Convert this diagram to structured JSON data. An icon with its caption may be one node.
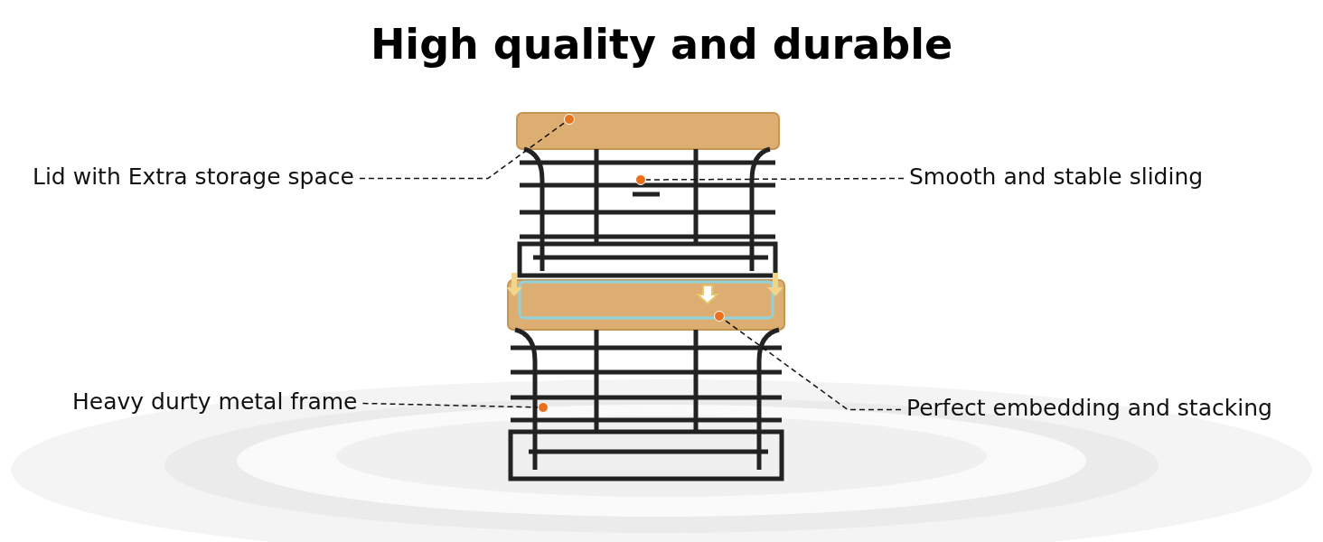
{
  "diagram": {
    "title": "High quality and durable",
    "nodes": [
      {
        "text": [
          "Lid with Extra storage space"
        ]
      },
      {
        "text": [],
        "shape": "circle"
      },
      {
        "text": [],
        "shape": "circle"
      },
      {
        "text": [
          "Smooth and stable sliding"
        ]
      },
      {
        "text": [],
        "shape": "circle"
      },
      {
        "text": [
          "Heavy durty metal frame"
        ]
      },
      {
        "text": [],
        "shape": "circle"
      },
      {
        "text": [
          "Perfect embedding and stacking"
        ]
      }
    ],
    "edges": [
      {
        "from": 0,
        "to": 1,
        "arrow": "none",
        "style": "dashed"
      },
      {
        "from": 3,
        "to": 2,
        "arrow": "none",
        "style": "dashed"
      },
      {
        "from": 5,
        "to": 6,
        "arrow": "none",
        "style": "dashed"
      },
      {
        "from": 7,
        "to": 4,
        "arrow": "none",
        "style": "dashed"
      }
    ]
  }
}
